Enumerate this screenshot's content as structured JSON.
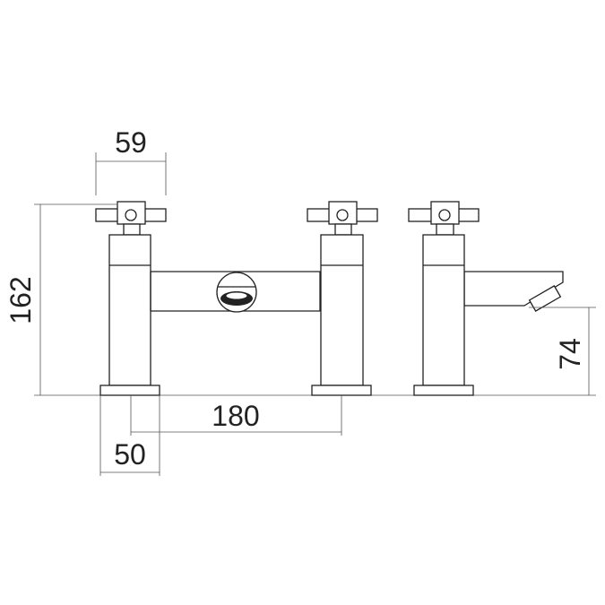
{
  "dimensions": {
    "handle_width": "59",
    "total_height": "162",
    "spout_height": "74",
    "tap_centres": "180",
    "base_width": "50"
  },
  "line_color": "#222222"
}
